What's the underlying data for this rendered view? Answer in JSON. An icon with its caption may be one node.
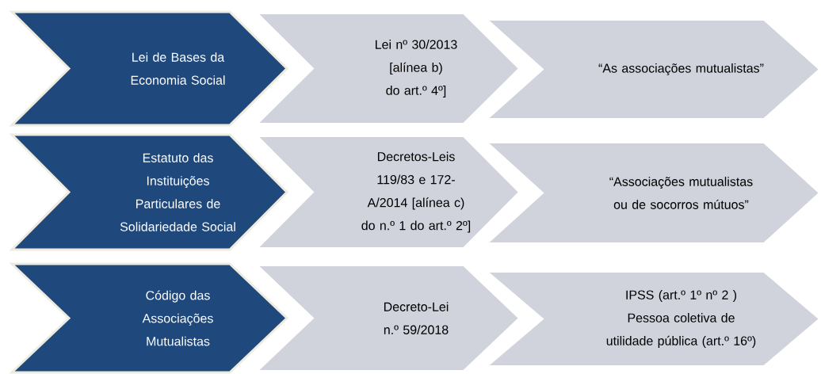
{
  "diagram": {
    "nodes": [
      {
        "text": [
          "Lei de Bases da Economia Social"
        ]
      },
      {
        "text": [
          "Lei nº 30/2013 [alínea b) do art.º 4º]"
        ]
      },
      {
        "text": [
          "“As associações mutualistas”"
        ]
      },
      {
        "text": [
          "Estatuto das Instituições Particulares de Solidariedade Social"
        ]
      },
      {
        "text": [
          "Decretos-Leis 119/83 e 172-A/2014 [alínea c) do n.º 1 do art.º 2º]"
        ]
      },
      {
        "text": [
          "“Associações mutualistas ou de socorros mútuos”"
        ]
      },
      {
        "text": [
          "Código das Associações Mutualistas"
        ]
      },
      {
        "text": [
          "Decreto-Lei n.º 59/2018"
        ]
      },
      {
        "text": [
          "IPSS (art.º 1º nº 2 )",
          "Pessoa coletiva de utilidade pública (art.º 16º)"
        ]
      }
    ]
  }
}
